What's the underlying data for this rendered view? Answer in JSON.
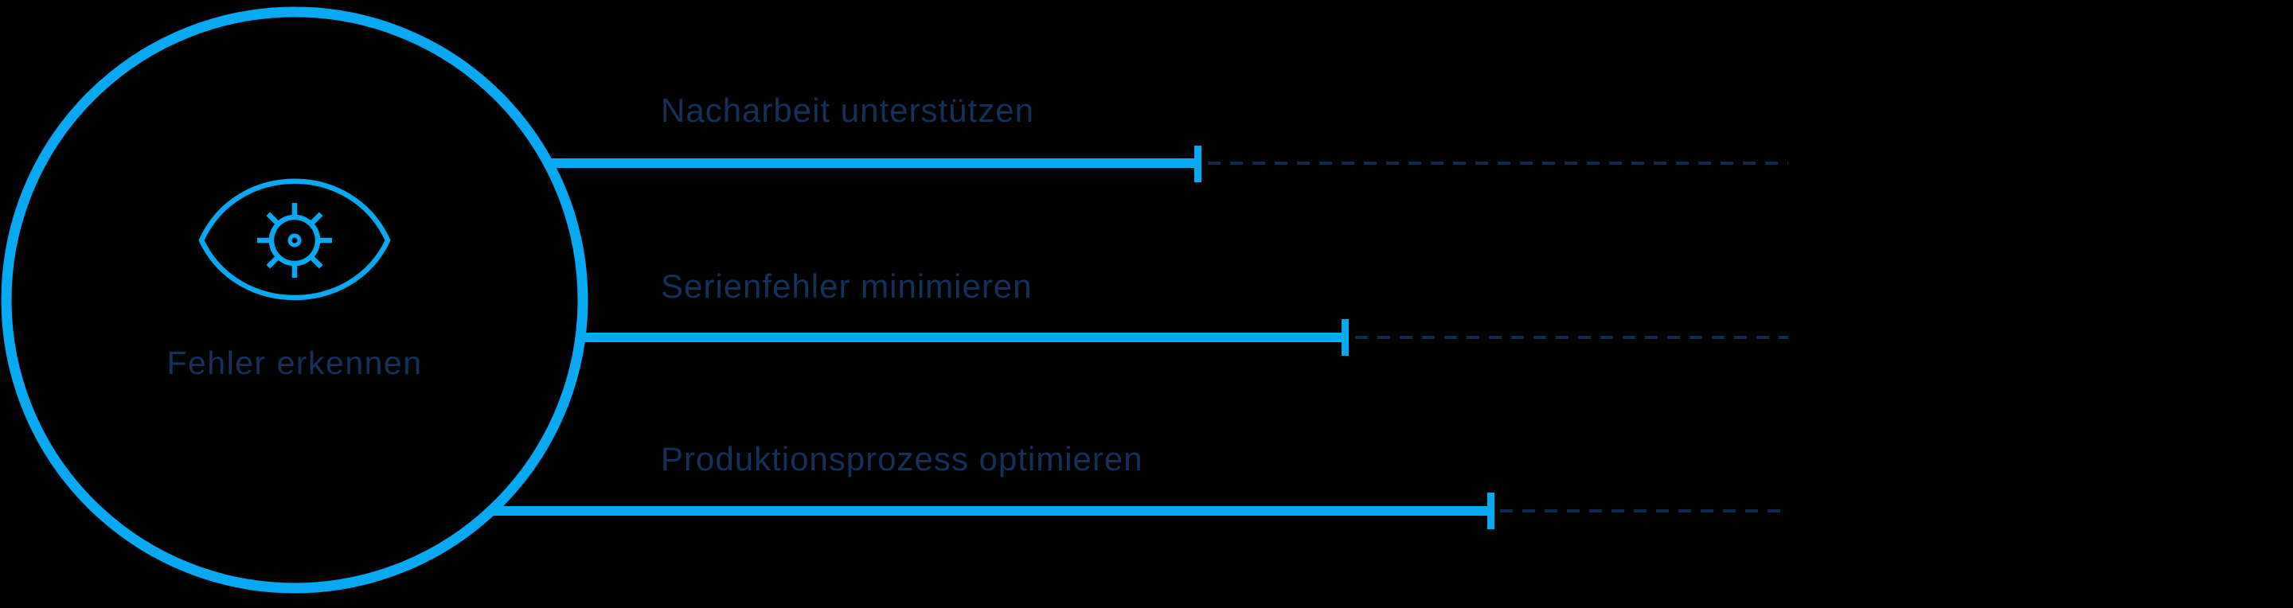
{
  "colors": {
    "background": "#000000",
    "accent_cyan": "#07A9F2",
    "navy_text": "#16305C",
    "navy_dash": "#13294E"
  },
  "hub": {
    "label": "Fehler erkennen",
    "icon": "eye-icon"
  },
  "branches": [
    {
      "label": "Nacharbeit unterstützen"
    },
    {
      "label": "Serienfehler minimieren"
    },
    {
      "label": "Produktionsprozess optimieren"
    }
  ]
}
